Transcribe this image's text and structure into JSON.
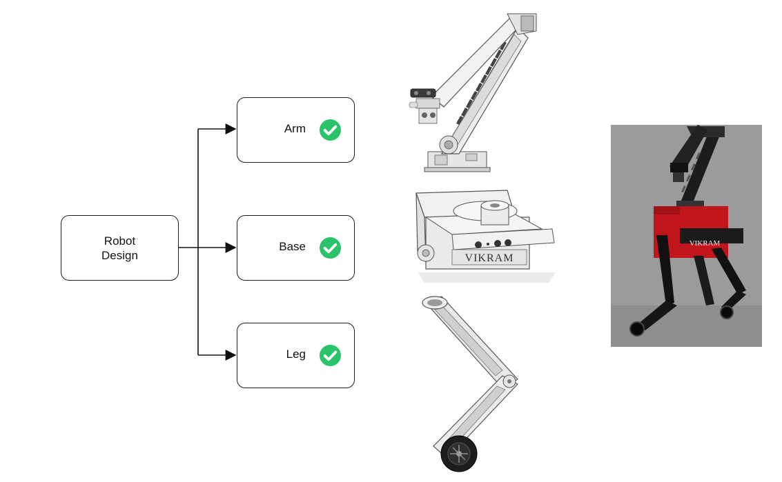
{
  "diagram": {
    "root": {
      "line1": "Robot",
      "line2": "Design"
    },
    "components": [
      {
        "label": "Arm",
        "status_icon": "check-circle-icon"
      },
      {
        "label": "Base",
        "status_icon": "check-circle-icon"
      },
      {
        "label": "Leg",
        "status_icon": "check-circle-icon"
      }
    ],
    "colors": {
      "check": "#2bc36a",
      "line": "#111111",
      "robot_body": "#c0161b",
      "render_bg": "#9b9b9b"
    }
  },
  "renders": {
    "base_text": "VIKRAM",
    "full_robot_text": "VIKRAM"
  }
}
